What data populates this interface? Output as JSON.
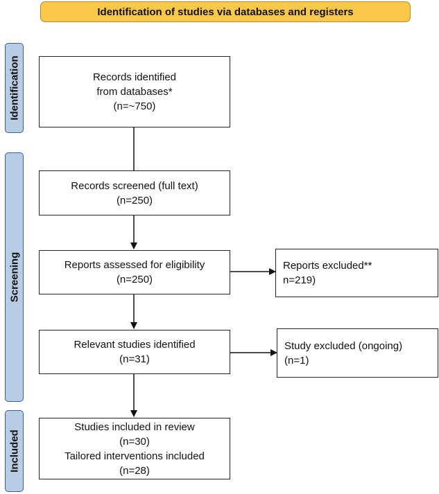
{
  "header": {
    "title": "Identification of studies via databases and registers"
  },
  "phases": {
    "identification": "Identification",
    "screening": "Screening",
    "included": "Included"
  },
  "boxes": {
    "records_identified": {
      "line1": "Records identified",
      "line2": "from databases*",
      "line3": "(n=~750)"
    },
    "records_screened": {
      "line1": "Records screened (full text)",
      "line2": "(n=250)"
    },
    "reports_assessed": {
      "line1": "Reports assessed for eligibility",
      "line2": "(n=250)"
    },
    "reports_excluded": {
      "line1": "Reports excluded**",
      "line2": "n=219)"
    },
    "relevant_studies": {
      "line1": "Relevant studies identified",
      "line2": "(n=31)"
    },
    "study_excluded": {
      "line1": "Study excluded (ongoing)",
      "line2": "(n=1)"
    },
    "studies_included": {
      "line1": "Studies included in review",
      "line2": "(n=30)",
      "line3": "Tailored interventions included",
      "line4": "(n=28)"
    }
  },
  "colors": {
    "header_fill": "#fbc84a",
    "phase_fill": "#b8cce4",
    "phase_border": "#3a5f8f"
  }
}
